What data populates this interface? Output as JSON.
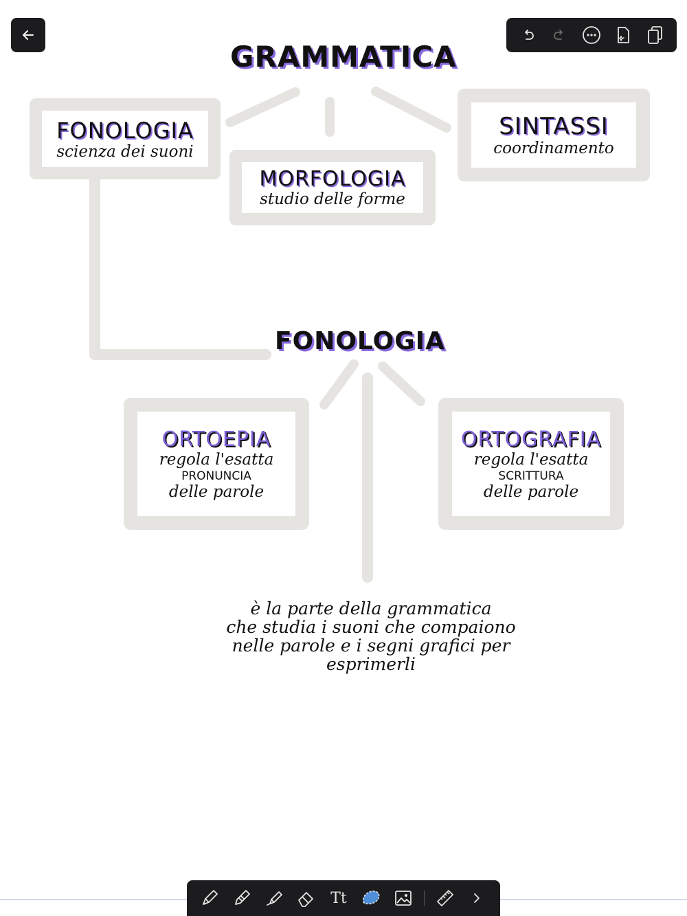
{
  "app": {
    "top_toolbar": {
      "icons": [
        "back-arrow-icon",
        "undo-icon",
        "redo-icon",
        "more-icon",
        "ai-page-icon",
        "pages-icon"
      ]
    },
    "bottom_toolbar": {
      "tools": [
        "pen-icon",
        "pencil-icon",
        "highlighter-icon",
        "eraser-icon",
        "text-tool-icon",
        "lasso-icon",
        "image-icon",
        "ruler-icon",
        "chevron-right-icon"
      ],
      "text_tool_label": "Tt",
      "selected_tool": "lasso-icon"
    }
  },
  "note": {
    "title": "GRAMMATICA",
    "nodes": {
      "fonologia": {
        "title": "FONOLOGIA",
        "subtitle": "scienza dei suoni"
      },
      "morfologia": {
        "title": "MORFOLOGIA",
        "subtitle": "studio delle forme"
      },
      "sintassi": {
        "title": "SINTASSI",
        "subtitle": "coordinamento"
      }
    },
    "section_title": "FONOLOGIA",
    "children": {
      "ortoepia": {
        "title": "ORTOEPIA",
        "line1": "regola l'esatta",
        "line2": "PRONUNCIA",
        "line3": "delle parole"
      },
      "ortografia": {
        "title": "ORTOGRAFIA",
        "line1": "regola l'esatta",
        "line2": "SCRITTURA",
        "line3": "delle parole"
      }
    },
    "description": {
      "line1": "è la parte della grammatica",
      "line2": "che studia i suoni che compaiono",
      "line3": "nelle parole e i segni grafici per",
      "line4": "esprimerli"
    },
    "colors": {
      "accent_purple": "#7d5fd6",
      "connector_gray": "#e6e4e1",
      "ink": "#111111",
      "toolbar_bg": "#1c1c1e"
    }
  }
}
